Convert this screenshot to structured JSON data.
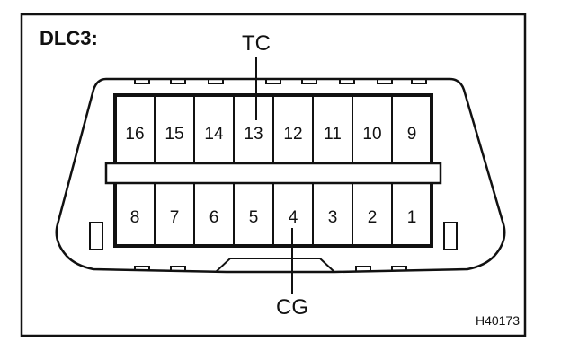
{
  "title": "DLC3:",
  "figure_code": "H40173",
  "callouts": {
    "top": "TC",
    "bottom": "CG"
  },
  "pins": {
    "top_row": [
      "16",
      "15",
      "14",
      "13",
      "12",
      "11",
      "10",
      "9"
    ],
    "bottom_row": [
      "8",
      "7",
      "6",
      "5",
      "4",
      "3",
      "2",
      "1"
    ]
  }
}
